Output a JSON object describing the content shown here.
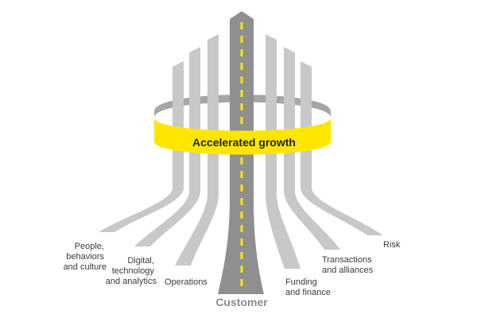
{
  "band": {
    "title": "Accelerated growth"
  },
  "labels": {
    "people": [
      "People,",
      "behaviors",
      "and culture"
    ],
    "digital": [
      "Digital,",
      "technology",
      "and analytics"
    ],
    "operations": [
      "Operations"
    ],
    "customer": [
      "Customer"
    ],
    "funding": [
      "Funding",
      "and finance"
    ],
    "transactions": [
      "Transactions",
      "and alliances"
    ],
    "risk": [
      "Risk"
    ]
  },
  "colors": {
    "stripe": "#c8c8c8",
    "road": "#8f8f8f",
    "road_dash": "#ffe600",
    "band": "#ffe600",
    "band_back": "#a6a6a6",
    "label_text": "#3a3a3a",
    "customer_text": "#8c8c8c"
  }
}
